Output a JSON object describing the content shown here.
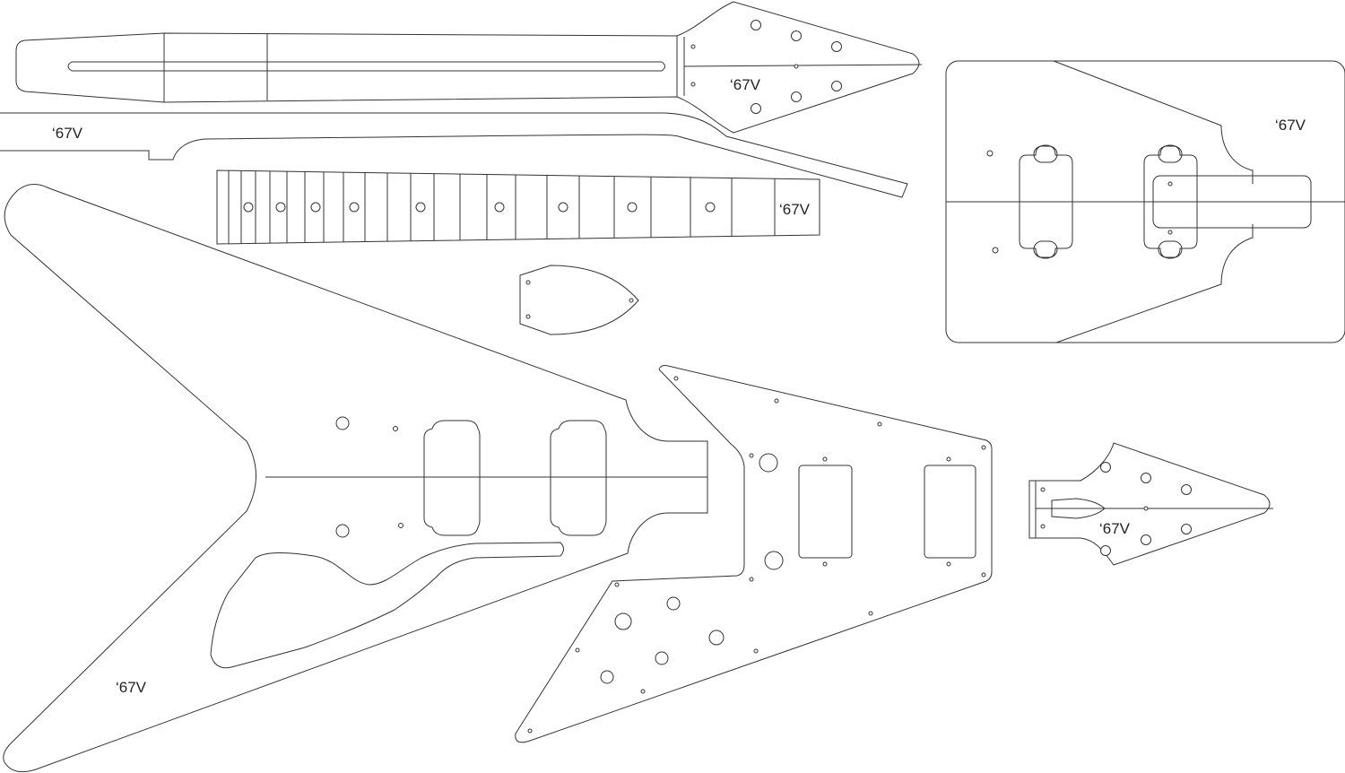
{
  "template_labels": {
    "neck_top": "‘67V",
    "neck_side": "‘67V",
    "fretboard": "‘67V",
    "route_template": "‘67V",
    "body": "‘67V",
    "headstock_overlay": "‘67V"
  },
  "colors": {
    "line": "#333333",
    "background": "#ffffff"
  }
}
